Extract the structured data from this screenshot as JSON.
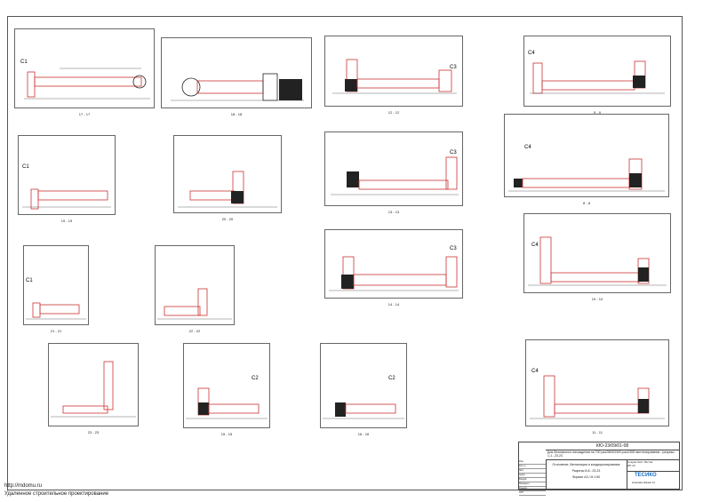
{
  "sections": [
    {
      "id": "17-17",
      "label": "17 - 17",
      "room": "C1"
    },
    {
      "id": "18-18",
      "label": "18 - 18",
      "room": ""
    },
    {
      "id": "12-12",
      "label": "12 - 12",
      "room": "C3"
    },
    {
      "id": "9-9",
      "label": "9 - 9",
      "room": "C4"
    },
    {
      "id": "19-19",
      "label": "19 - 19",
      "room": "C1"
    },
    {
      "id": "20-20",
      "label": "20 - 20",
      "room": ""
    },
    {
      "id": "13-13",
      "label": "13 - 13",
      "room": "C3"
    },
    {
      "id": "8-8",
      "label": "8 - 8",
      "room": "C4"
    },
    {
      "id": "21-21",
      "label": "21 - 21",
      "room": "C1"
    },
    {
      "id": "22-22",
      "label": "22 - 22",
      "room": ""
    },
    {
      "id": "14-14",
      "label": "14 - 14",
      "room": "C3"
    },
    {
      "id": "10-10",
      "label": "10 - 10",
      "room": "C4"
    },
    {
      "id": "23-23",
      "label": "23 - 23",
      "room": ""
    },
    {
      "id": "15-15",
      "label": "15 - 15",
      "room": "C2"
    },
    {
      "id": "16-16",
      "label": "16 - 16",
      "room": "C2"
    },
    {
      "id": "11-11",
      "label": "11 - 11",
      "room": "C4"
    }
  ],
  "title_block": {
    "code": "КЮ-23/09/01-08",
    "title_line": "Для безопасного нахождения на 700 раз/3600/2400 раз/1500 вентилирования - разрезы 1-1...23-23",
    "system": "Отопление, Вентиляция и кондиционирование",
    "sheet_name": "Разрезы 8-8...23-23",
    "scale": "Формат А3 / М 1:50",
    "logo": "ТЕСИКО",
    "stage": "Стадия",
    "sheet": "Лист",
    "sheets": "Листов",
    "stage_val": "ИП",
    "sheet_val": "16",
    "rows": [
      "Изм.",
      "Кол.уч",
      "Лист",
      "№док",
      "Подп.",
      "Дата",
      "Разраб.",
      "Проверил",
      "Н.контр.",
      "ГИП"
    ],
    "sub": "Копировал Формат А3"
  },
  "site": {
    "url": "http://mdomu.ru",
    "tagline": "Удаленное строительное проектирование"
  }
}
